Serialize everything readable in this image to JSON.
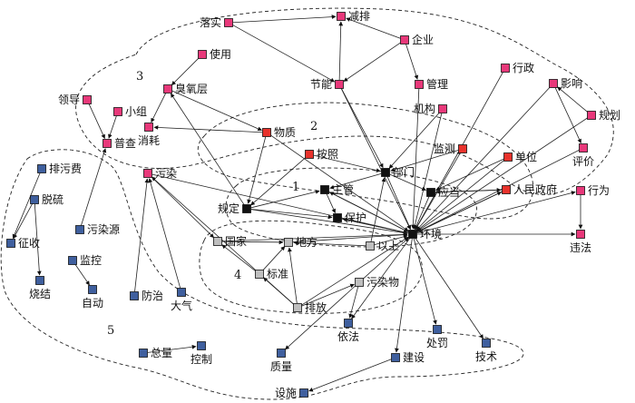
{
  "colors": {
    "pink": "#e8387a",
    "red": "#e8322c",
    "black": "#111111",
    "gray": "#bfbfbf",
    "blue": "#3f5f9e"
  },
  "cluster_labels": [
    {
      "id": "c1",
      "text": "1"
    },
    {
      "id": "c2",
      "text": "2"
    },
    {
      "id": "c3",
      "text": "3"
    },
    {
      "id": "c4",
      "text": "4"
    },
    {
      "id": "c5",
      "text": "5"
    }
  ],
  "nodes": [
    {
      "id": "luoshi",
      "label": "落实",
      "group": "pink"
    },
    {
      "id": "jianpai",
      "label": "减排",
      "group": "pink"
    },
    {
      "id": "qiye",
      "label": "企业",
      "group": "pink"
    },
    {
      "id": "jieneng",
      "label": "节能",
      "group": "pink"
    },
    {
      "id": "guanli",
      "label": "管理",
      "group": "pink"
    },
    {
      "id": "shiyong",
      "label": "使用",
      "group": "pink"
    },
    {
      "id": "chouyang",
      "label": "臭氧层",
      "group": "pink"
    },
    {
      "id": "lingdao",
      "label": "领导",
      "group": "pink"
    },
    {
      "id": "xiaozu",
      "label": "小组",
      "group": "pink"
    },
    {
      "id": "puchai",
      "label": "普查",
      "group": "pink"
    },
    {
      "id": "xiaohao",
      "label": "消耗",
      "group": "pink"
    },
    {
      "id": "wuzhi",
      "label": "物质",
      "group": "red"
    },
    {
      "id": "jigou",
      "label": "机构",
      "group": "pink"
    },
    {
      "id": "xingzheng",
      "label": "行政",
      "group": "pink"
    },
    {
      "id": "yingxiang",
      "label": "影响",
      "group": "pink"
    },
    {
      "id": "guihua",
      "label": "规划",
      "group": "pink"
    },
    {
      "id": "jiance",
      "label": "监测",
      "group": "red"
    },
    {
      "id": "anzhao",
      "label": "按照",
      "group": "red"
    },
    {
      "id": "bumen",
      "label": "部门",
      "group": "black"
    },
    {
      "id": "danwei",
      "label": "单位",
      "group": "red"
    },
    {
      "id": "pingjia",
      "label": "评价",
      "group": "pink"
    },
    {
      "id": "wuran",
      "label": "污染",
      "group": "pink"
    },
    {
      "id": "zhuguan",
      "label": "主管",
      "group": "black"
    },
    {
      "id": "yingdang",
      "label": "应当",
      "group": "black"
    },
    {
      "id": "renmin",
      "label": "人民政府",
      "group": "red"
    },
    {
      "id": "xingwei",
      "label": "行为",
      "group": "pink"
    },
    {
      "id": "guiding",
      "label": "规定",
      "group": "black"
    },
    {
      "id": "baohu",
      "label": "保护",
      "group": "black"
    },
    {
      "id": "huanjing",
      "label": "环境",
      "group": "black"
    },
    {
      "id": "weifa",
      "label": "违法",
      "group": "pink"
    },
    {
      "id": "guojia",
      "label": "国家",
      "group": "gray"
    },
    {
      "id": "difang",
      "label": "地方",
      "group": "gray"
    },
    {
      "id": "yishang",
      "label": "以上",
      "group": "gray"
    },
    {
      "id": "biaozhun",
      "label": "标准",
      "group": "gray"
    },
    {
      "id": "wuranwu",
      "label": "污染物",
      "group": "gray"
    },
    {
      "id": "paifang",
      "label": "排放",
      "group": "gray"
    },
    {
      "id": "paiwufei",
      "label": "排污费",
      "group": "blue"
    },
    {
      "id": "tuoliu",
      "label": "脱硫",
      "group": "blue"
    },
    {
      "id": "zhengshou",
      "label": "征收",
      "group": "blue"
    },
    {
      "id": "wuranyuan",
      "label": "污染源",
      "group": "blue"
    },
    {
      "id": "jiankong",
      "label": "监控",
      "group": "blue"
    },
    {
      "id": "shaojie",
      "label": "烧结",
      "group": "blue"
    },
    {
      "id": "zidong",
      "label": "自动",
      "group": "blue"
    },
    {
      "id": "fangzhi",
      "label": "防治",
      "group": "blue"
    },
    {
      "id": "daqi",
      "label": "大气",
      "group": "blue"
    },
    {
      "id": "yifa",
      "label": "依法",
      "group": "blue"
    },
    {
      "id": "chufa",
      "label": "处罚",
      "group": "blue"
    },
    {
      "id": "jishu",
      "label": "技术",
      "group": "blue"
    },
    {
      "id": "zongliang",
      "label": "总量",
      "group": "blue"
    },
    {
      "id": "kongzhi",
      "label": "控制",
      "group": "blue"
    },
    {
      "id": "zhiliang",
      "label": "质量",
      "group": "blue"
    },
    {
      "id": "jianshe",
      "label": "建设",
      "group": "blue"
    },
    {
      "id": "sheshi",
      "label": "设施",
      "group": "blue"
    }
  ],
  "edges": [
    [
      "luoshi",
      "jianpai"
    ],
    [
      "qiye",
      "jianpai"
    ],
    [
      "jieneng",
      "jianpai"
    ],
    [
      "luoshi",
      "jieneng"
    ],
    [
      "qiye",
      "jieneng"
    ],
    [
      "qiye",
      "guanli"
    ],
    [
      "shiyong",
      "chouyang"
    ],
    [
      "chouyang",
      "xiaohao"
    ],
    [
      "chouyang",
      "wuzhi"
    ],
    [
      "lingdao",
      "puchai"
    ],
    [
      "xiaozu",
      "puchai"
    ],
    [
      "wuzhi",
      "xiaohao"
    ],
    [
      "jieneng",
      "huanjing"
    ],
    [
      "guanli",
      "huanjing"
    ],
    [
      "jigou",
      "bumen"
    ],
    [
      "jigou",
      "huanjing"
    ],
    [
      "xingzheng",
      "huanjing"
    ],
    [
      "yingxiang",
      "huanjing"
    ],
    [
      "yingxiang",
      "pingjia"
    ],
    [
      "guihua",
      "yingxiang"
    ],
    [
      "guihua",
      "huanjing"
    ],
    [
      "jiance",
      "huanjing"
    ],
    [
      "jiance",
      "bumen"
    ],
    [
      "anzhao",
      "guiding"
    ],
    [
      "anzhao",
      "bumen"
    ],
    [
      "wuzhi",
      "guiding"
    ],
    [
      "wuzhi",
      "huanjing"
    ],
    [
      "bumen",
      "zhuguan"
    ],
    [
      "bumen",
      "yingdang"
    ],
    [
      "bumen",
      "huanjing"
    ],
    [
      "danwei",
      "huanjing"
    ],
    [
      "danwei",
      "yingdang"
    ],
    [
      "pingjia",
      "huanjing"
    ],
    [
      "wuran",
      "huanjing"
    ],
    [
      "wuran",
      "guojia"
    ],
    [
      "zhuguan",
      "huanjing"
    ],
    [
      "zhuguan",
      "baohu"
    ],
    [
      "yingdang",
      "huanjing"
    ],
    [
      "renmin",
      "huanjing"
    ],
    [
      "renmin",
      "yingdang"
    ],
    [
      "xingwei",
      "weifa"
    ],
    [
      "huanjing",
      "xingwei"
    ],
    [
      "huanjing",
      "weifa"
    ],
    [
      "guiding",
      "zhuguan"
    ],
    [
      "guiding",
      "chouyang"
    ],
    [
      "guiding",
      "baohu"
    ],
    [
      "guiding",
      "huanjing"
    ],
    [
      "baohu",
      "huanjing"
    ],
    [
      "guojia",
      "huanjing"
    ],
    [
      "guojia",
      "difang"
    ],
    [
      "difang",
      "huanjing"
    ],
    [
      "yishang",
      "huanjing"
    ],
    [
      "yishang",
      "difang"
    ],
    [
      "yishang",
      "bumen"
    ],
    [
      "biaozhun",
      "difang"
    ],
    [
      "biaozhun",
      "guojia"
    ],
    [
      "paifang",
      "biaozhun"
    ],
    [
      "paifang",
      "wuranwu"
    ],
    [
      "paifang",
      "huanjing"
    ],
    [
      "paifang",
      "wuran"
    ],
    [
      "paifang",
      "difang"
    ],
    [
      "wuranwu",
      "huanjing"
    ],
    [
      "wuranwu",
      "yifa"
    ],
    [
      "huanjing",
      "yifa"
    ],
    [
      "huanjing",
      "chufa"
    ],
    [
      "huanjing",
      "jishu"
    ],
    [
      "huanjing",
      "jianshe"
    ],
    [
      "tuoliu",
      "zhengshou"
    ],
    [
      "tuoliu",
      "shaojie"
    ],
    [
      "jiankong",
      "zidong"
    ],
    [
      "wuranyuan",
      "puchai"
    ],
    [
      "fangzhi",
      "wuran"
    ],
    [
      "daqi",
      "wuran"
    ],
    [
      "zongliang",
      "kongzhi"
    ],
    [
      "wuranwu",
      "zhiliang"
    ],
    [
      "jianshe",
      "sheshi"
    ],
    [
      "paiwufei",
      "zhengshou"
    ],
    [
      "huanjing",
      "renmin"
    ],
    [
      "jieneng",
      "bumen"
    ],
    [
      "huanjing",
      "zhuguan"
    ],
    [
      "yingdang",
      "renmin"
    ],
    [
      "huanjing",
      "baohu"
    ]
  ]
}
